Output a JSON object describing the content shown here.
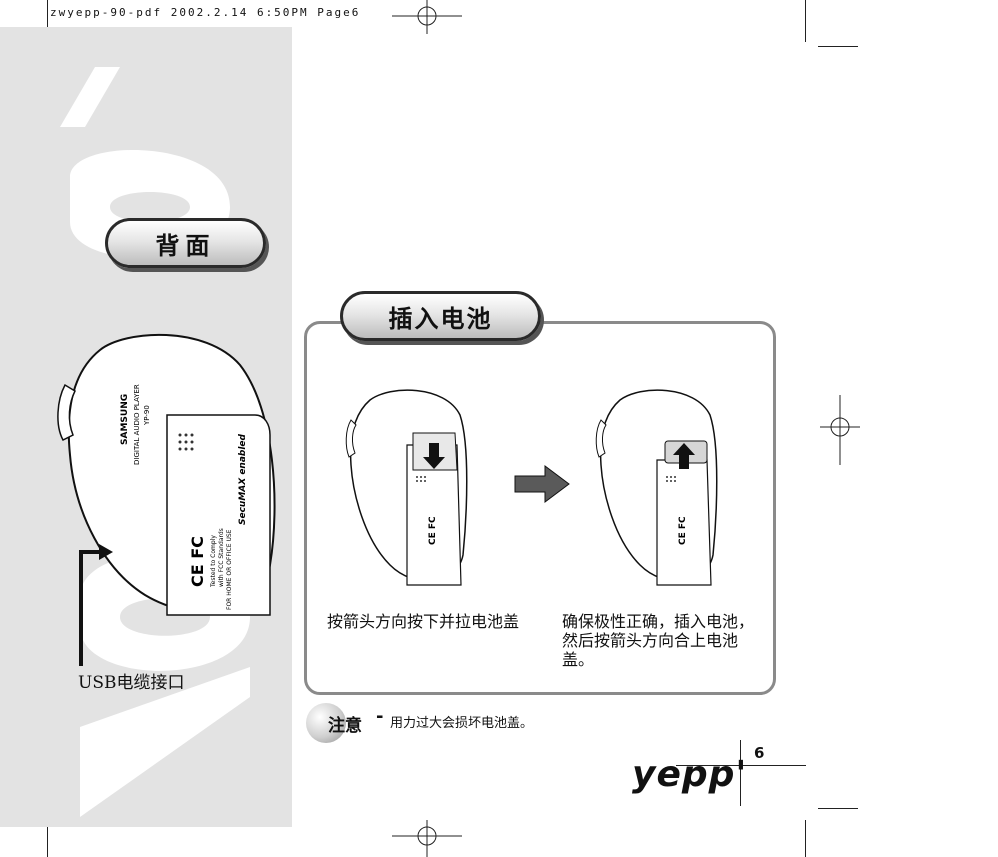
{
  "header": {
    "print_info": "zwyepp-90-pdf 2002.2.14 6:50PM Page6"
  },
  "section_back": {
    "title": "背面"
  },
  "section_battery": {
    "title": "插入电池"
  },
  "device_labels": {
    "brand": "SAMSUNG",
    "product": "DIGITAL AUDIO PLAYER",
    "model": "YP-90",
    "secumax": "SecuMAX enabled",
    "cert": "CE FC",
    "fcc_line1": "Tested to Comply",
    "fcc_line2": "with FCC Standards",
    "fcc_line3": "FOR HOME OR OFFICE USE"
  },
  "usb": {
    "label": "USB电缆接口"
  },
  "steps": [
    {
      "caption": "按箭头方向按下并拉电池盖"
    },
    {
      "caption": "确保极性正确，插入电池，然后按箭头方向合上电池盖。"
    }
  ],
  "note": {
    "label": "注意",
    "dash": "-",
    "text": "用力过大会损坏电池盖。"
  },
  "footer": {
    "page_number": "6",
    "logo": "yepp'"
  },
  "colors": {
    "band": "#e3e3e3",
    "panel_border": "#8a8a8a",
    "text": "#111111"
  }
}
